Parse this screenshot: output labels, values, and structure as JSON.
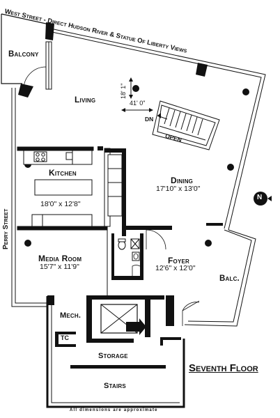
{
  "floor_title": "Seventh Floor",
  "note": "All dimensions are approximate",
  "streets": {
    "top": "West Street - Direct Hudson River & Statue Of Liberty Views",
    "left": "Perry Street"
  },
  "rooms": {
    "balcony_left": "Balcony",
    "living": "Living",
    "kitchen": "Kitchen",
    "kitchen_dims": "18'0\" x 12'8\"",
    "dining": "Dining",
    "dining_dims": "17'10\" x 13'0\"",
    "media": "Media Room",
    "media_dims": "15'7\" x 11'9\"",
    "foyer": "Foyer",
    "foyer_dims": "12'6\" x 12'0\"",
    "balcony_right": "Balc.",
    "mech": "Mech.",
    "tc": "TC",
    "storage": "Storage",
    "stairs": "Stairs"
  },
  "stair_labels": {
    "dn": "DN",
    "open": "OPEN",
    "height": "18' 1\"",
    "width": "41' 0\""
  },
  "compass": "N",
  "colors": {
    "ink": "#111111",
    "background": "#ffffff"
  }
}
